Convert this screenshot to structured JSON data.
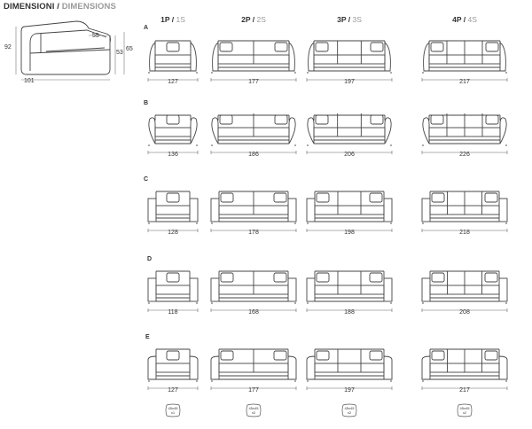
{
  "title": {
    "main": "DIMENSIONI",
    "sep": " / ",
    "sub": "DIMENSIONS"
  },
  "side_view": {
    "height": "92",
    "depth": "101",
    "seat_depth": "55",
    "arm_height": "53",
    "seat_back_height": "65"
  },
  "columns": [
    {
      "main": "1P",
      "sep": " / ",
      "alt": "1S"
    },
    {
      "main": "2P",
      "sep": " / ",
      "alt": "2S"
    },
    {
      "main": "3P",
      "sep": " / ",
      "alt": "3S"
    },
    {
      "main": "4P",
      "sep": " / ",
      "alt": "4S"
    }
  ],
  "rows": [
    {
      "label": "A",
      "widths": [
        "127",
        "177",
        "197",
        "217"
      ]
    },
    {
      "label": "B",
      "widths": [
        "136",
        "186",
        "206",
        "226"
      ]
    },
    {
      "label": "C",
      "widths": [
        "128",
        "178",
        "198",
        "218"
      ]
    },
    {
      "label": "D",
      "widths": [
        "118",
        "168",
        "188",
        "208"
      ]
    },
    {
      "label": "E",
      "widths": [
        "127",
        "177",
        "197",
        "217"
      ]
    }
  ],
  "cushions": [
    {
      "size": "45x45",
      "qty": "x1"
    },
    {
      "size": "45x45",
      "qty": "x2"
    },
    {
      "size": "45x45",
      "qty": "x2"
    },
    {
      "size": "45x45",
      "qty": "x2"
    }
  ]
}
